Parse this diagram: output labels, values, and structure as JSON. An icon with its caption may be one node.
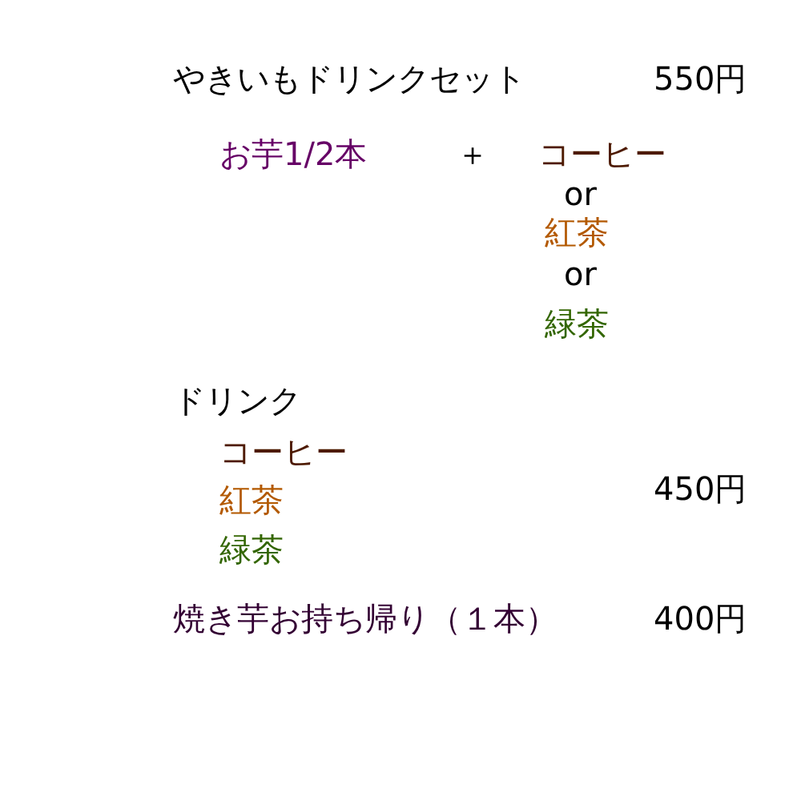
{
  "diagram": {
    "labels": [
      "やきいもドリンクセット",
      "550円",
      "お芋1/2本",
      "＋",
      "コーヒー",
      "or",
      "紅茶",
      "or",
      "緑茶",
      "ドリンク",
      "コーヒー",
      "紅茶",
      "緑茶",
      "450円",
      "焼き芋お持ち帰り（１本）",
      "400円"
    ]
  }
}
